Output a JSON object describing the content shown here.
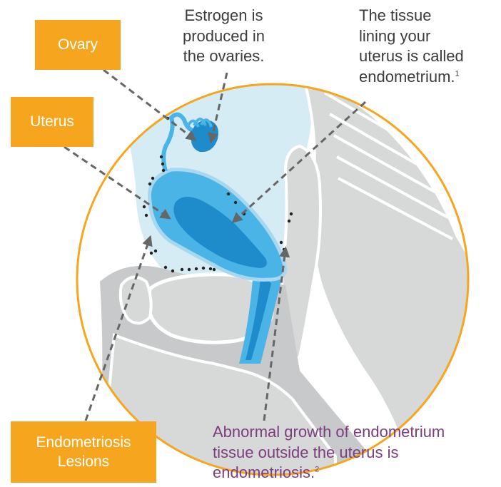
{
  "colors": {
    "label_box": "#F6A61E",
    "circle_outline": "#F6A61E",
    "circle_fill": "#D6ECF5",
    "uterus_outer": "#4BB4E6",
    "uterus_inner": "#1E8CCB",
    "tissue_gray": "#D7D8D8",
    "caption_dark": "#3c3c3c",
    "caption_purple": "#7a3e7d"
  },
  "labels": {
    "ovary": "Ovary",
    "uterus": "Uterus",
    "lesions_line1": "Endometriosis",
    "lesions_line2": "Lesions"
  },
  "captions": {
    "estrogen": [
      "Estrogen is",
      "produced in",
      "the ovaries."
    ],
    "endometrium": [
      "The tissue",
      "lining your",
      "uterus is called",
      "endometrium."
    ],
    "endometrium_ref": "1",
    "endometriosis": [
      "Abnormal growth of endometrium",
      "tissue outside the uterus is",
      "endometriosis."
    ],
    "endometriosis_ref": "2"
  }
}
